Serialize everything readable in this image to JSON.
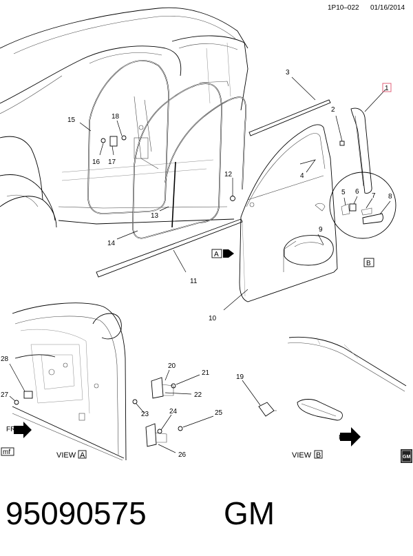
{
  "header": {
    "ref": "1P10–022",
    "date": "01/16/2014"
  },
  "callouts": {
    "c1": "1",
    "c2": "2",
    "c3": "3",
    "c4": "4",
    "c5": "5",
    "c6": "6",
    "c7": "7",
    "c8": "8",
    "c9": "9",
    "c10": "10",
    "c11": "11",
    "c12": "12",
    "c13": "13",
    "c14": "14",
    "c15": "15",
    "c16": "16",
    "c17": "17",
    "c18": "18",
    "c19": "19",
    "c20": "20",
    "c21": "21",
    "c22": "22",
    "c23": "23",
    "c24": "24",
    "c25": "25",
    "c26": "26",
    "c27": "27",
    "c28": "28"
  },
  "views": {
    "view_a_prefix": "VIEW",
    "view_a_letter": "A",
    "view_b_prefix": "VIEW",
    "view_b_letter": "B",
    "box_a": "A",
    "box_b": "B"
  },
  "direction": {
    "frt_left": "FRT",
    "frt_right": "FRT"
  },
  "badges": {
    "mf": "mf",
    "gm_logo": "GM"
  },
  "footer": {
    "part_number": "95090575",
    "brand": "GM"
  },
  "colors": {
    "callout_1_highlight": "#e0607a",
    "line": "#000000"
  }
}
